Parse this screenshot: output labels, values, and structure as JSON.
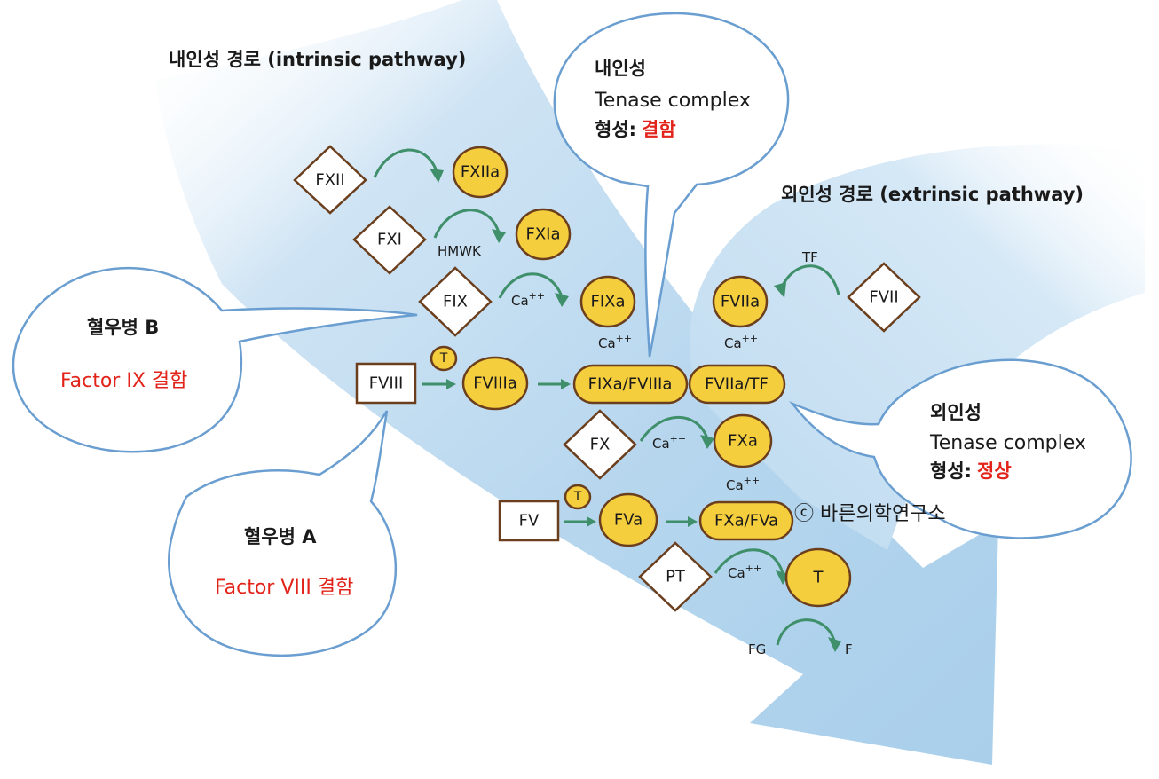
{
  "titles": {
    "intrinsic": "내인성 경로 (intrinsic pathway)",
    "extrinsic": "외인성 경로 (extrinsic pathway)"
  },
  "bubbles": {
    "intrinsic_tenase": {
      "line1": "내인성",
      "line2": "Tenase complex",
      "line3_prefix": "형성:",
      "line3_status": "결함"
    },
    "extrinsic_tenase": {
      "line1": "외인성",
      "line2": "Tenase complex",
      "line3_prefix": "형성:",
      "line3_status": "정상"
    },
    "hemophilia_b": {
      "title": "혈우병 B",
      "detail": "Factor IX 결함"
    },
    "hemophilia_a": {
      "title": "혈우병 A",
      "detail": "Factor VIII 결함"
    }
  },
  "nodes": {
    "fxii": "FXII",
    "fxiia": "FXIIa",
    "fxi": "FXI",
    "fxia": "FXIa",
    "fix": "FIX",
    "fixa": "FIXa",
    "fviii": "FVIII",
    "fviiia": "FVIIIa",
    "t_small_1": "T",
    "t_small_2": "T",
    "fixa_fviiia": "FIXa/FVIIIa",
    "fviia_tf": "FVIIa/TF",
    "fvii": "FVII",
    "fviia": "FVIIa",
    "fx": "FX",
    "fxa": "FXa",
    "fv": "FV",
    "fva": "FVa",
    "fxa_fva": "FXa/FVa",
    "pt": "PT",
    "t": "T"
  },
  "labels": {
    "hmwk": "HMWK",
    "tf": "TF",
    "fg": "FG",
    "f": "F",
    "ca": "Ca",
    "ca_sup": "++"
  },
  "copyright": "ⓒ 바른의학연구소",
  "colors": {
    "flow_blue": "#b9d8ef",
    "node_yellow": "#f5ce3e",
    "node_outline": "#6b3f1d",
    "arrow_green": "#3e8f6a",
    "bubble_outline": "#6a9ed0",
    "accent_red": "#e2231a"
  }
}
